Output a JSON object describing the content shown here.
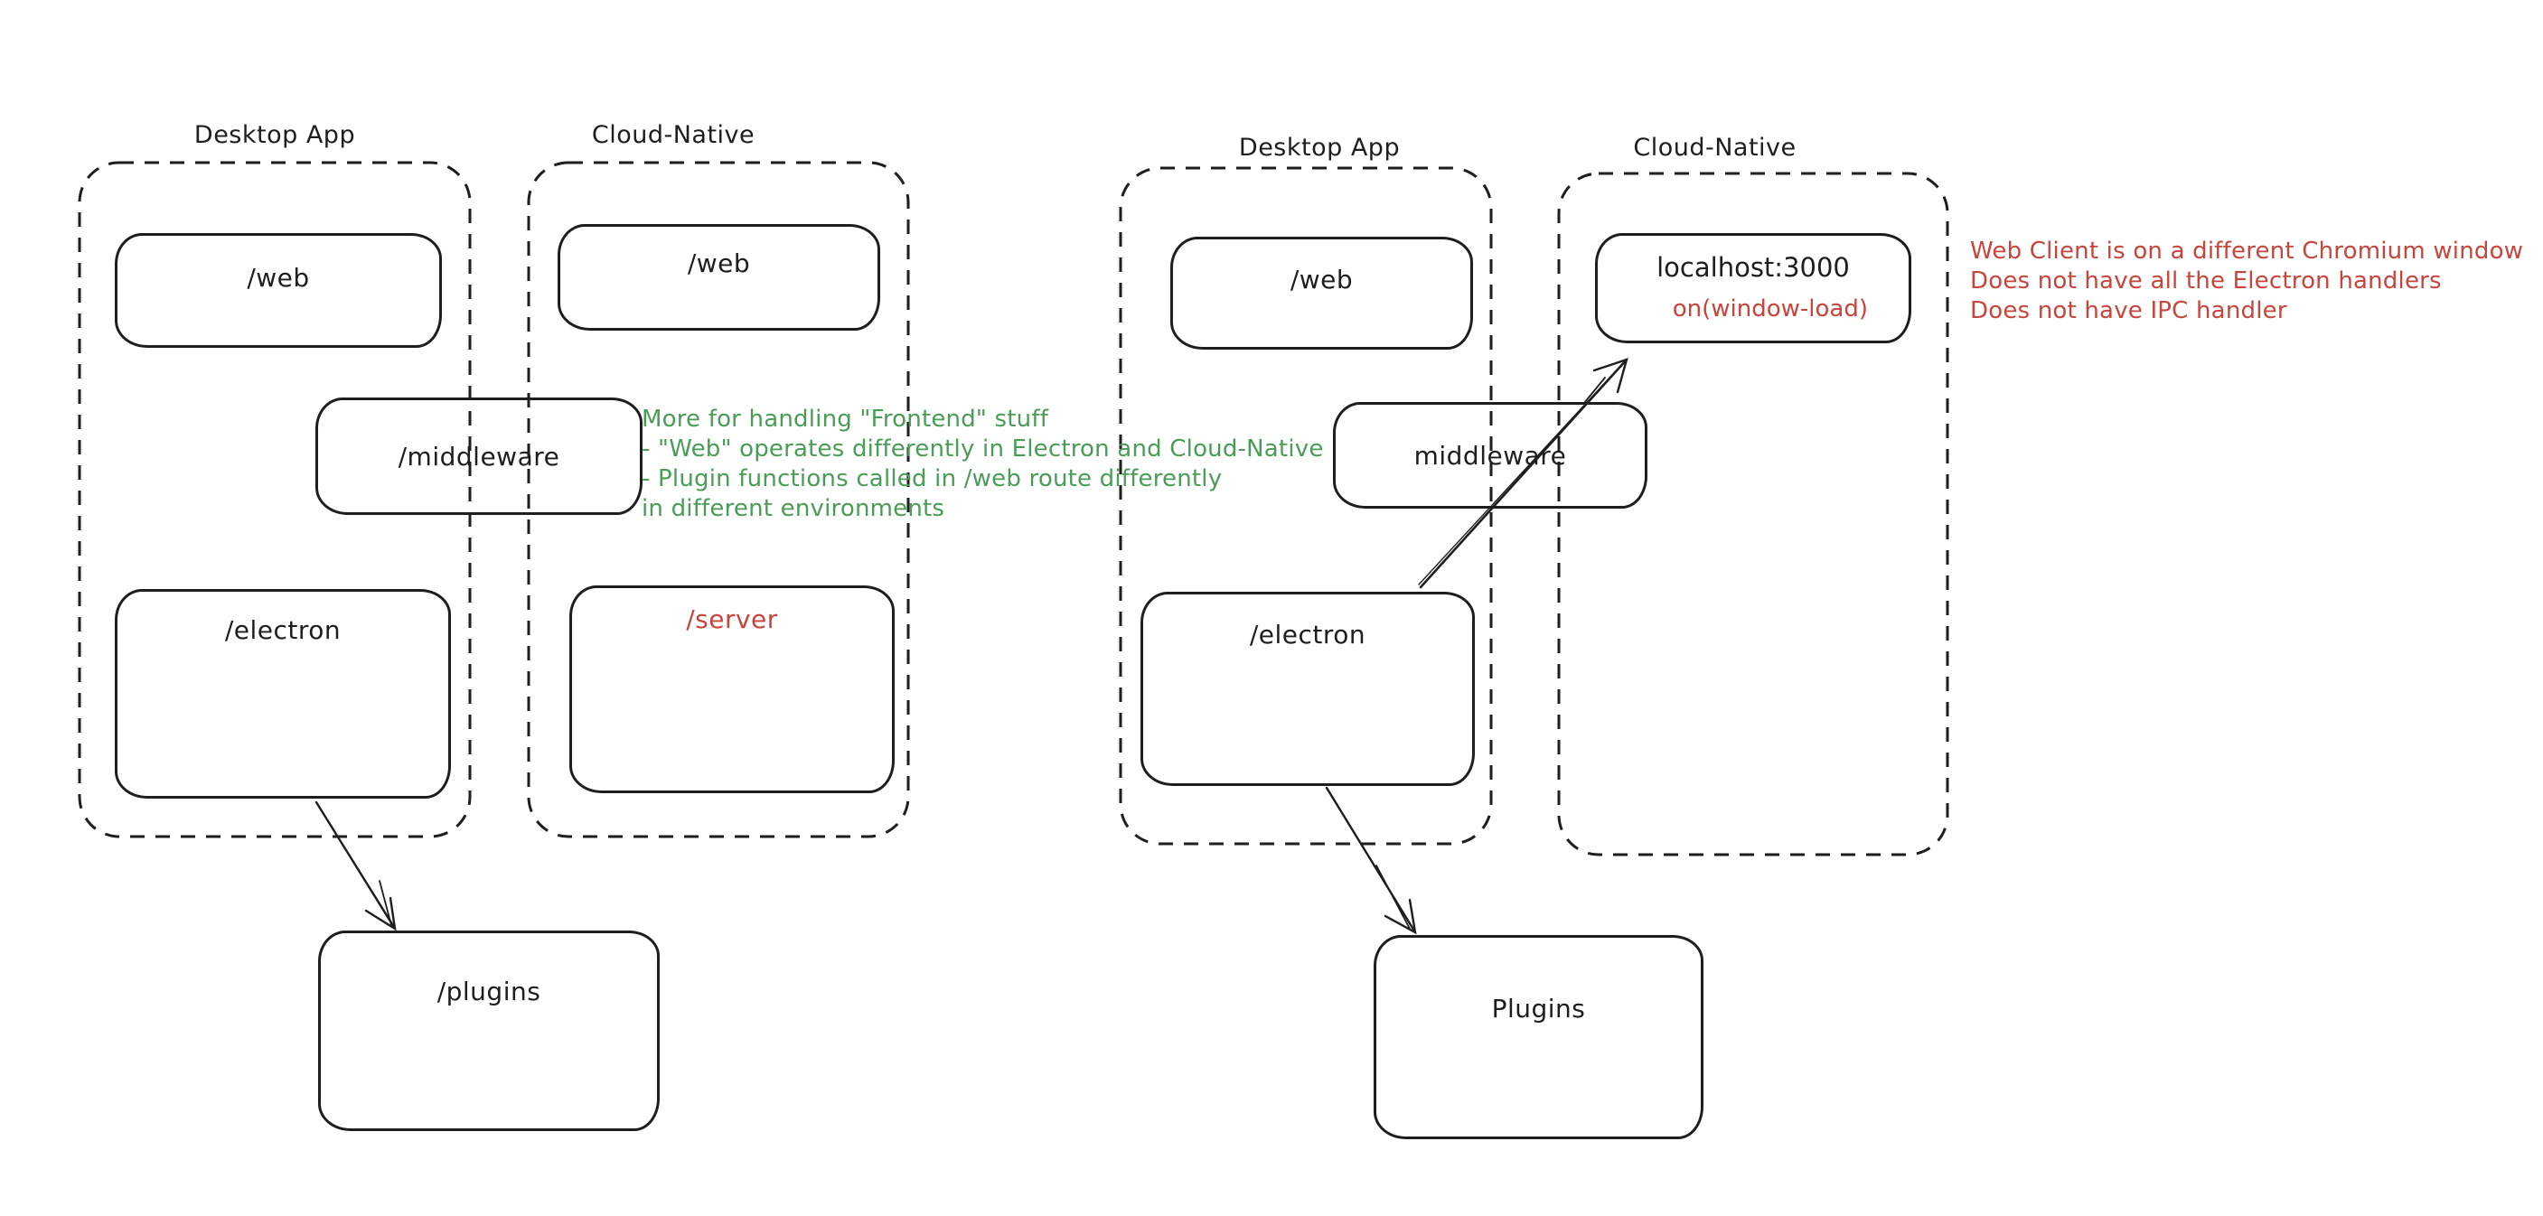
{
  "colors": {
    "background": "#ffffff",
    "stroke": "#1e1e1e",
    "red": "#c9453c",
    "green": "#4a9d57"
  },
  "left_diagram": {
    "desktop_app": {
      "label": "Desktop App",
      "web_box": "/web",
      "electron_box": "/electron"
    },
    "cloud_native": {
      "label": "Cloud-Native",
      "web_box": "/web",
      "server_box": "/server"
    },
    "middleware_box": "/middleware",
    "plugins_box": "/plugins",
    "green_note_lines": [
      "More for handling \"Frontend\" stuff",
      "- \"Web\" operates differently in Electron and Cloud-Native",
      "- Plugin functions called in /web route differently",
      "in different environments"
    ]
  },
  "right_diagram": {
    "desktop_app": {
      "label": "Desktop App",
      "web_box": "/web",
      "electron_box": "/electron"
    },
    "cloud_native": {
      "label": "Cloud-Native",
      "localhost_box_title": "localhost:3000",
      "localhost_box_subtitle": "on(window-load)"
    },
    "middleware_box": "middleware",
    "plugins_box": "Plugins",
    "red_note_lines": [
      "Web Client is on a different Chromium window",
      "Does not have all the Electron handlers",
      "Does not have IPC handler"
    ]
  }
}
